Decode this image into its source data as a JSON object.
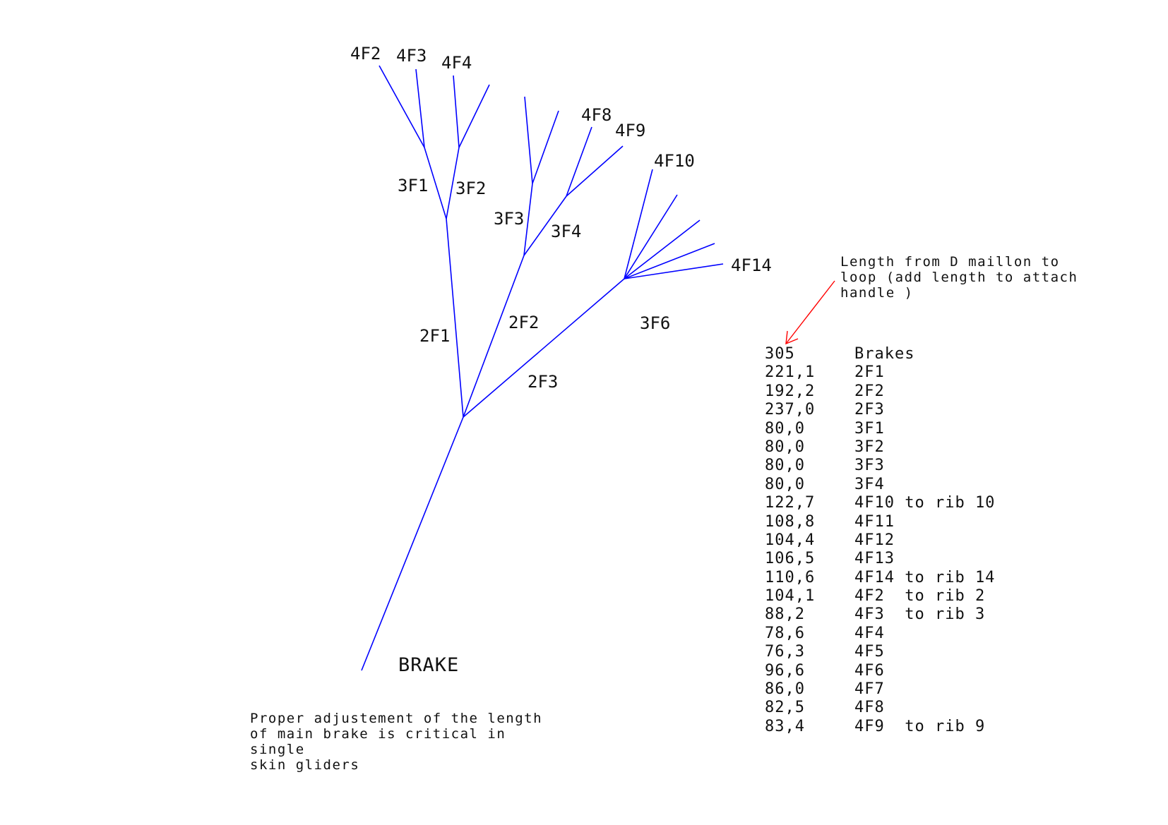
{
  "diagram": {
    "line_color": "#0000ff",
    "leader_color": "#ff0000",
    "main_label": "BRAKE",
    "labels": {
      "l4F2": "4F2",
      "l4F3": "4F3",
      "l4F4": "4F4",
      "l4F8": "4F8",
      "l4F9": "4F9",
      "l4F10": "4F10",
      "l4F14": "4F14",
      "l3F1": "3F1",
      "l3F2": "3F2",
      "l3F3": "3F3",
      "l3F4": "3F4",
      "l3F6": "3F6",
      "l2F1": "2F1",
      "l2F2": "2F2",
      "l2F3": "2F3"
    }
  },
  "leader_note": "Length from D maillon to\nloop (add length to attach\nhandle )",
  "critical_note": "Proper adjustement of the length\nof main brake is critical in single\nskin gliders",
  "table": {
    "header": {
      "value": "305",
      "name": "Brakes"
    },
    "rows": [
      {
        "value": "221,1",
        "name": "2F1"
      },
      {
        "value": "192,2",
        "name": "2F2"
      },
      {
        "value": "237,0",
        "name": "2F3"
      },
      {
        "value": "80,0",
        "name": "3F1"
      },
      {
        "value": "80,0",
        "name": "3F2"
      },
      {
        "value": "80,0",
        "name": "3F3"
      },
      {
        "value": "80,0",
        "name": "3F4"
      },
      {
        "value": "122,7",
        "name": "4F10 to rib 10"
      },
      {
        "value": "108,8",
        "name": "4F11"
      },
      {
        "value": "104,4",
        "name": "4F12"
      },
      {
        "value": "106,5",
        "name": "4F13"
      },
      {
        "value": "110,6",
        "name": "4F14 to rib 14"
      },
      {
        "value": "104,1",
        "name": "4F2  to rib 2"
      },
      {
        "value": "88,2",
        "name": "4F3  to rib 3"
      },
      {
        "value": "78,6",
        "name": "4F4"
      },
      {
        "value": "76,3",
        "name": "4F5"
      },
      {
        "value": "96,6",
        "name": "4F6"
      },
      {
        "value": "86,0",
        "name": "4F7"
      },
      {
        "value": "82,5",
        "name": "4F8"
      },
      {
        "value": "83,4",
        "name": "4F9  to rib 9"
      }
    ]
  }
}
